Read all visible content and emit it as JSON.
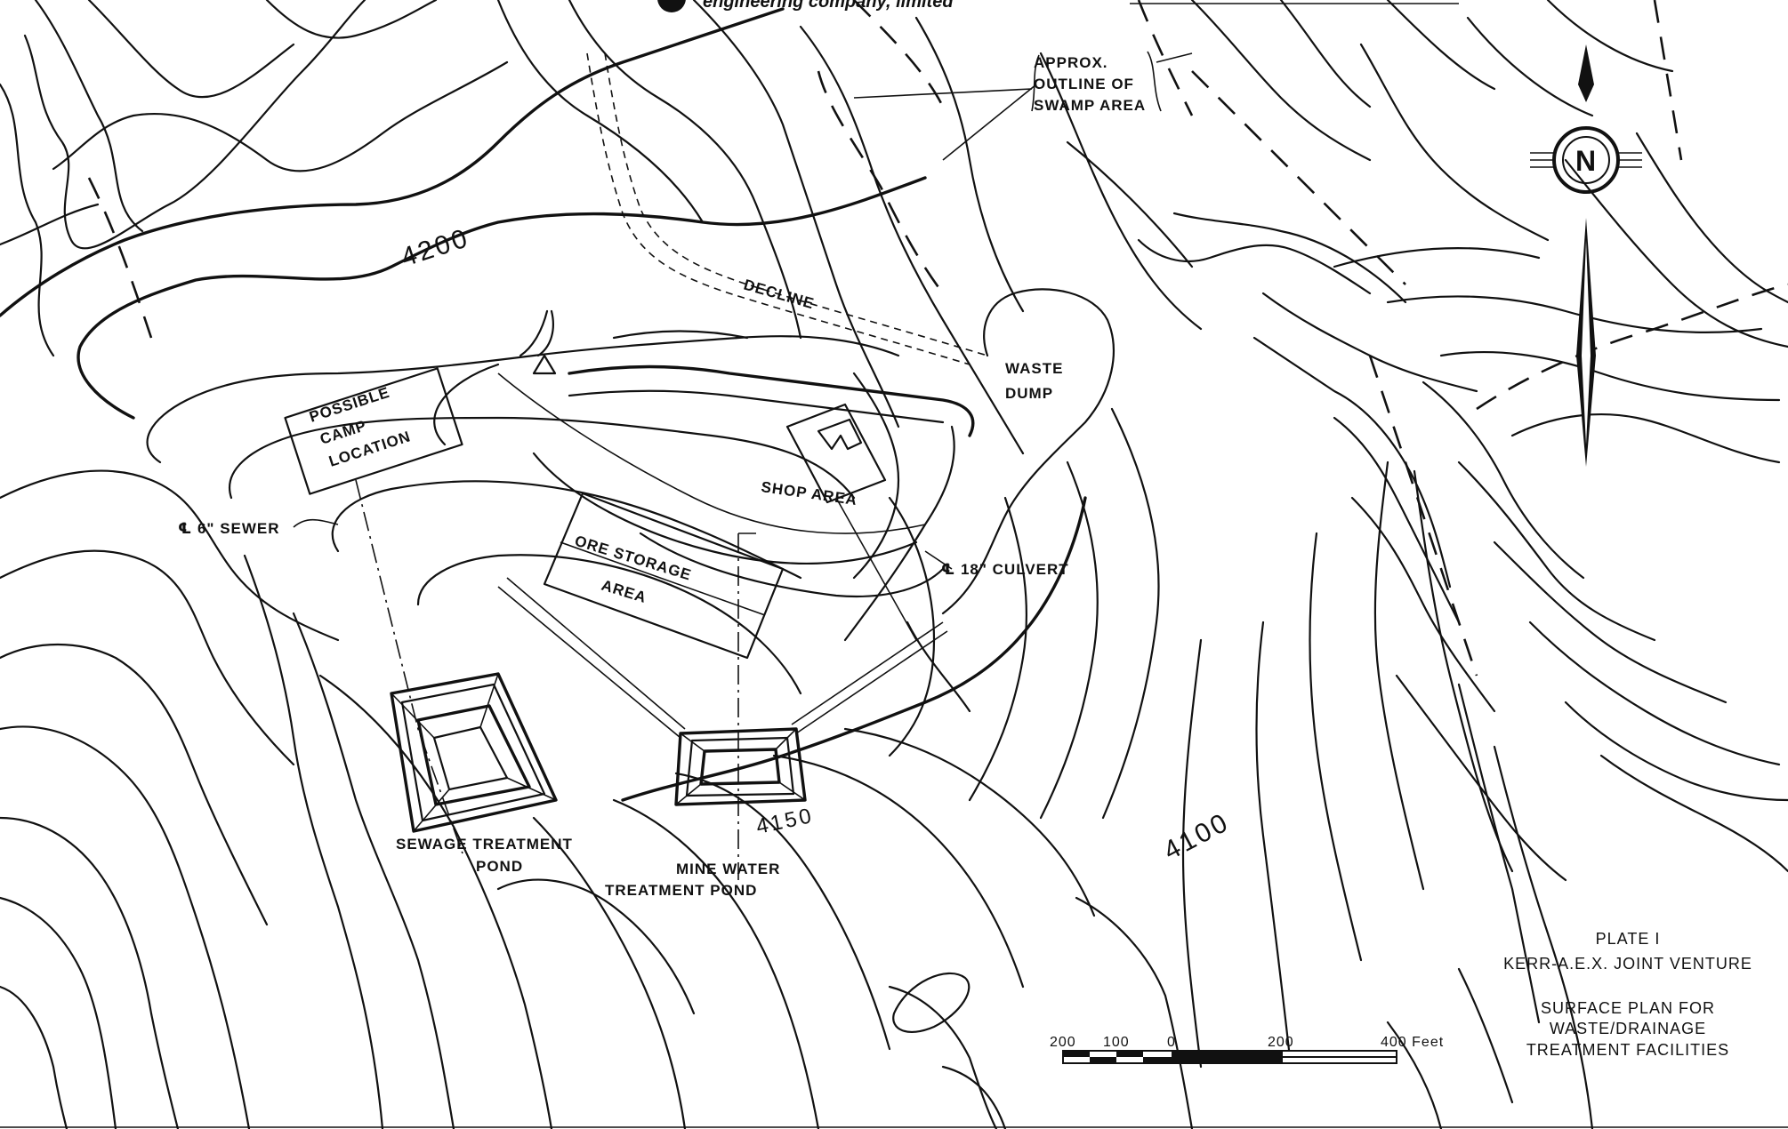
{
  "header": {
    "company": "engineering company, limited"
  },
  "contours": {
    "c4200": "4200",
    "c4100": "4100",
    "c4150": "4150"
  },
  "labels": {
    "swamp": [
      "APPROX.",
      "OUTLINE OF",
      "SWAMP AREA"
    ],
    "decline": "DECLINE",
    "waste_dump": [
      "WASTE",
      "DUMP"
    ],
    "camp": [
      "POSSIBLE",
      "CAMP",
      "LOCATION"
    ],
    "shop_area": "SHOP AREA",
    "sewer": "℄ 6\" SEWER",
    "ore_storage": [
      "ORE STORAGE",
      "AREA"
    ],
    "culvert": "℄ 18\" CULVERT",
    "sewage_pond": [
      "SEWAGE TREATMENT",
      "POND"
    ],
    "mine_pond": [
      "MINE WATER",
      "TREATMENT POND"
    ]
  },
  "north_arrow": {
    "letter": "N"
  },
  "scale_bar": {
    "ticks": [
      "200",
      "100",
      "0",
      "200",
      "400 Feet"
    ]
  },
  "title_block": {
    "plate": "PLATE I",
    "client": "KERR-A.E.X. JOINT VENTURE",
    "title": [
      "SURFACE PLAN FOR",
      "WASTE/DRAINAGE",
      "TREATMENT FACILITIES"
    ]
  }
}
